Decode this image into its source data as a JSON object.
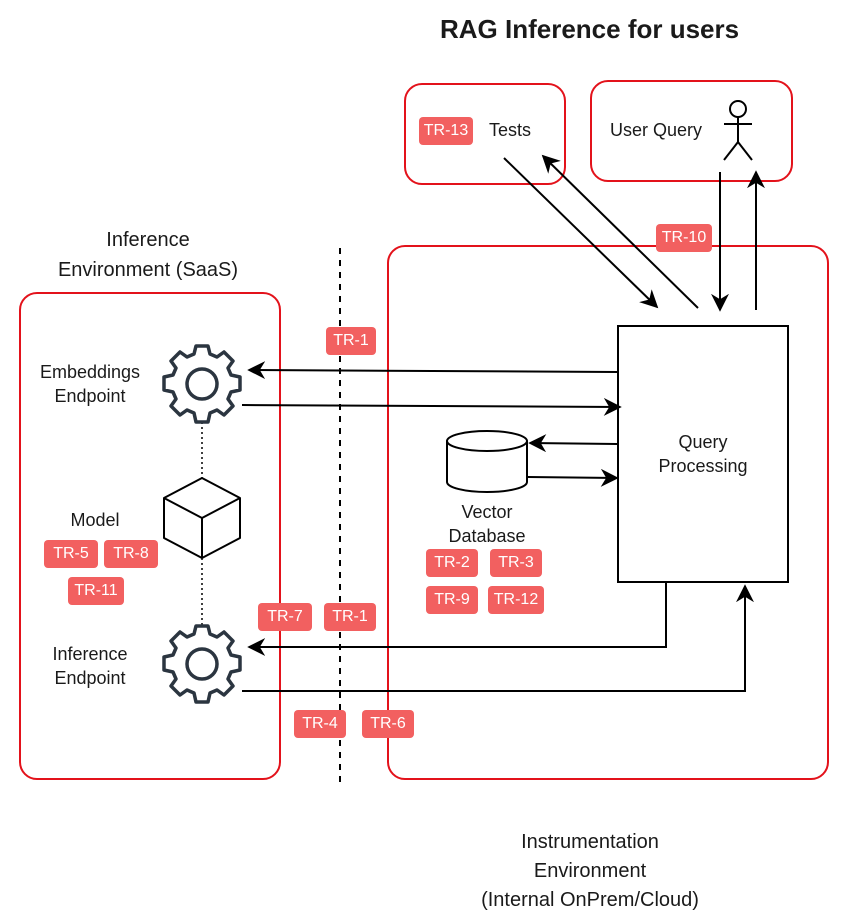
{
  "title": "RAG Inference for users",
  "inference_env": {
    "label_line1": "Inference",
    "label_line2": "Environment (SaaS)",
    "embeddings_line1": "Embeddings",
    "embeddings_line2": "Endpoint",
    "model": "Model",
    "inference_line1": "Inference",
    "inference_line2": "Endpoint"
  },
  "instrumentation_env": {
    "line1": "Instrumentation",
    "line2": "Environment",
    "line3": "(Internal OnPrem/Cloud)",
    "query_line1": "Query",
    "query_line2": "Processing",
    "vector_line1": "Vector",
    "vector_line2": "Database"
  },
  "tests": {
    "label": "Tests"
  },
  "user_query": {
    "label": "User Query"
  },
  "badges": {
    "tr13": "TR-13",
    "tr10": "TR-10",
    "tr1_top": "TR-1",
    "tr5": "TR-5",
    "tr8": "TR-8",
    "tr11": "TR-11",
    "tr2": "TR-2",
    "tr3": "TR-3",
    "tr9": "TR-9",
    "tr12": "TR-12",
    "tr7": "TR-7",
    "tr1_bottom": "TR-1",
    "tr4": "TR-4",
    "tr6": "TR-6"
  },
  "colors": {
    "container_border": "#e3121b",
    "badge_bg": "#f26060",
    "badge_text": "#ffffff",
    "icon": "#2b3540"
  },
  "icons": {
    "endpoint": "gear-icon",
    "model": "cube-icon",
    "database": "database-icon",
    "user": "person-icon"
  }
}
